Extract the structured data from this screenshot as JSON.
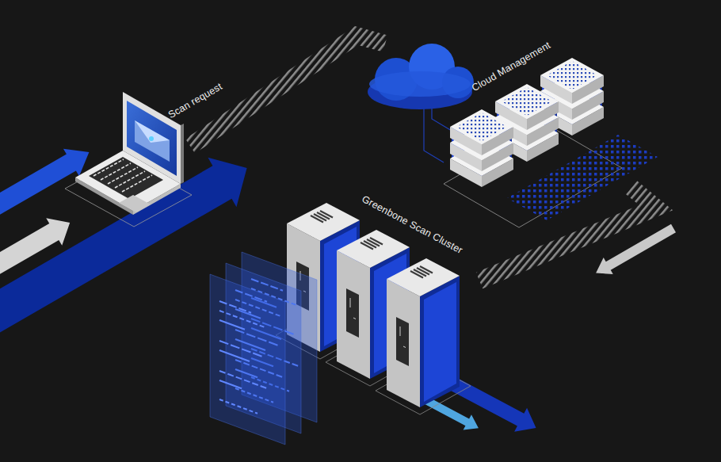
{
  "diagram": {
    "nodes": [
      {
        "text": [
          "Scan request"
        ]
      },
      {
        "text": [
          "Cloud Management"
        ]
      },
      {
        "text": [
          "Greenbone Scan Cluster"
        ]
      }
    ],
    "edges": [
      {
        "from": 0,
        "to": 1,
        "arrow": "none"
      },
      {
        "from": 1,
        "to": 2,
        "arrow": "none"
      }
    ]
  }
}
